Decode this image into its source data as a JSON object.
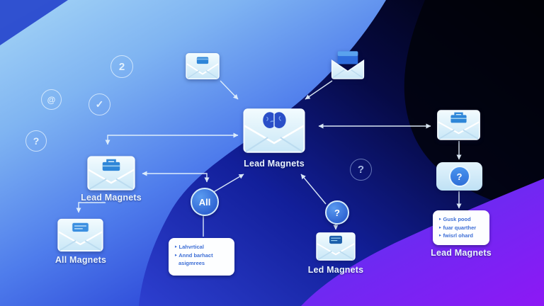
{
  "scene": {
    "description": "Lead magnets email flow diagram"
  },
  "labels": {
    "center": "Lead Magnets",
    "left": "Lead Magnets",
    "all": "All Magnets",
    "bottom": "Led Magnets",
    "right": "Lead Magnets"
  },
  "badges": {
    "all_circle": "All",
    "question_circle": "?",
    "right_question": "?"
  },
  "cards": {
    "center": {
      "lines": [
        "‣ Lahvrtical",
        "‣ Annd barhact asigmrees"
      ]
    },
    "right": {
      "lines": [
        "‣ Gusk pood",
        "‣ fuar quarther",
        "‣ fwisrl ohard"
      ]
    }
  },
  "floating_icons": {
    "two": "2",
    "at": "@",
    "check": "✓",
    "question_left": "?",
    "question_mid": "?"
  },
  "colors": {
    "light_blue": "#a6d6f6",
    "royal_blue": "#2f49d8",
    "navy": "#0a1160",
    "black": "#010208",
    "purple": "#8d18f5",
    "envelope_body": "#d9eefb",
    "icon_blue": "#2e86d8",
    "label_text": "#eaf4fe"
  }
}
